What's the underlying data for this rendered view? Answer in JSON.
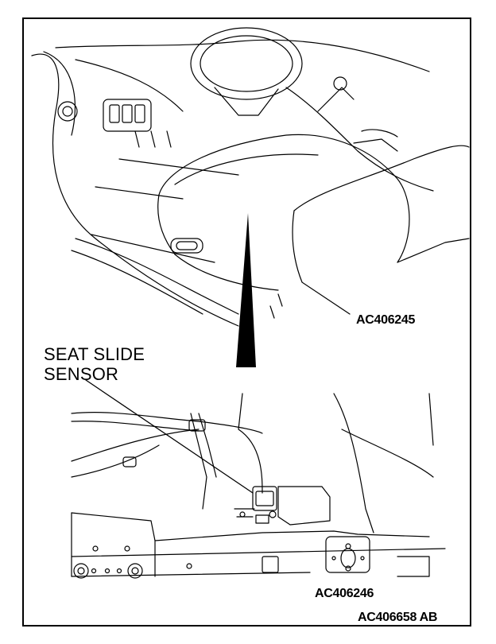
{
  "figure": {
    "top_view_id": "AC406245",
    "callout_label_line1": "SEAT SLIDE",
    "callout_label_line2": "SENSOR",
    "detail_view_id": "AC406246",
    "figure_id": "AC406658 AB"
  }
}
